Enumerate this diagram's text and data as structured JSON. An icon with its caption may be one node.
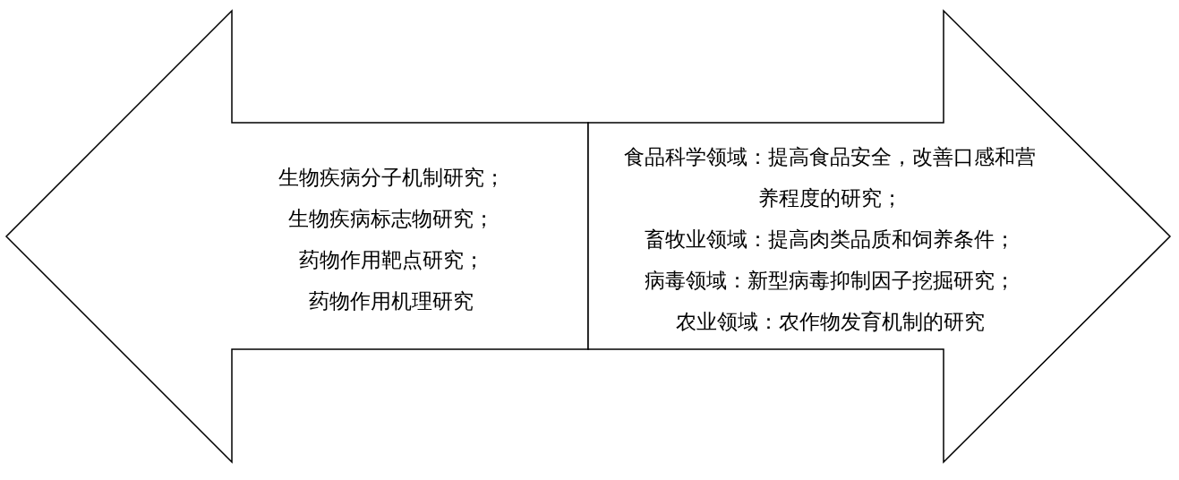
{
  "diagram": {
    "nodes": [
      {
        "text": [
          "生物疾病分子机制研究；",
          "生物疾病标志物研究；",
          "药物作用靶点研究；",
          "药物作用机理研究"
        ]
      },
      {
        "text": [
          "食品科学领域：提高食品安全，改善口感和营养程度的研究；",
          "畜牧业领域：提高肉类品质和饲养条件；",
          "病毒领域：新型病毒抑制因子挖掘研究；",
          "农业领域：农作物发育机制的研究"
        ]
      }
    ]
  }
}
